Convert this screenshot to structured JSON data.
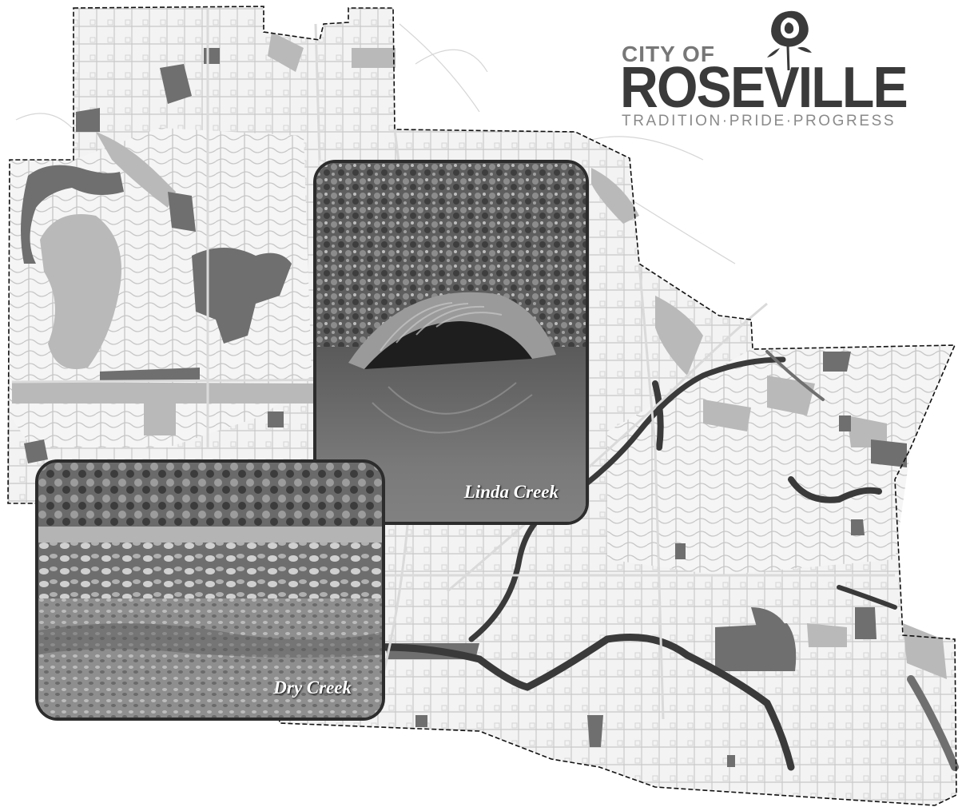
{
  "logo": {
    "city_of": "CITY OF",
    "name": "ROSEVILLE",
    "tagline": "TRADITION·PRIDE·PROGRESS",
    "icon": "rose-icon"
  },
  "photos": [
    {
      "caption": "Linda Creek",
      "subject": "culvert-over-creek"
    },
    {
      "caption": "Dry Creek",
      "subject": "rocky-creek-bed"
    }
  ],
  "colors": {
    "boundary": "#111111",
    "streets": "#bdbdbd",
    "open_space_light": "#b9b9b9",
    "open_space_dark": "#6f6f6f",
    "water_corridor": "#3a3a3a"
  }
}
